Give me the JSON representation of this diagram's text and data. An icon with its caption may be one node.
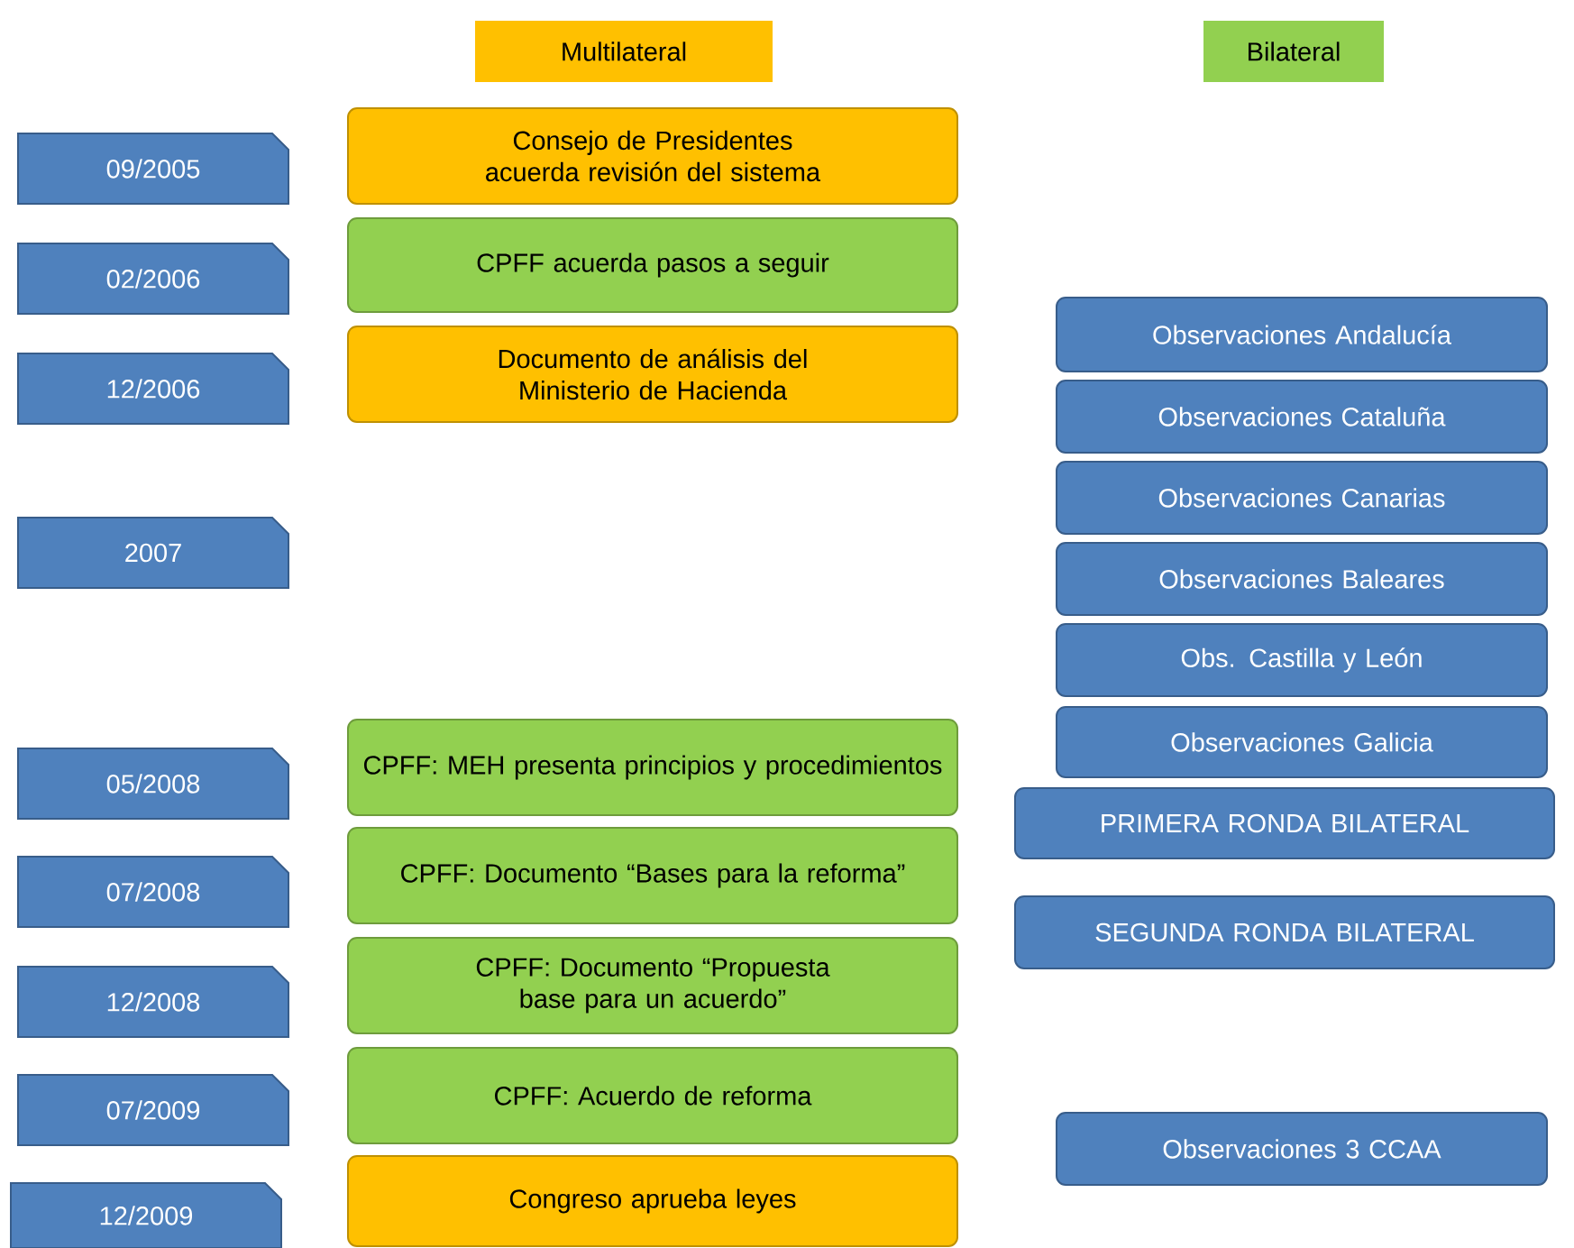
{
  "diagram": {
    "nodes": [
      {
        "text": [
          "Multilateral"
        ]
      },
      {
        "text": [
          "Bilateral"
        ]
      },
      {
        "text": [
          "09/2005"
        ]
      },
      {
        "text": [
          "Consejo de Presidentes acuerda revisión del sistema"
        ]
      },
      {
        "text": [
          "02/2006"
        ]
      },
      {
        "text": [
          "CPFF acuerda pasos a seguir"
        ]
      },
      {
        "text": [
          "Observaciones Andalucía"
        ]
      },
      {
        "text": [
          "12/2006"
        ]
      },
      {
        "text": [
          "Documento de análisis del Ministerio de Hacienda"
        ]
      },
      {
        "text": [
          "Observaciones Cataluña"
        ]
      },
      {
        "text": [
          "Observaciones Canarias"
        ]
      },
      {
        "text": [
          "2007"
        ]
      },
      {
        "text": [
          "Observaciones Baleares"
        ]
      },
      {
        "text": [
          "Obs. Castilla y León"
        ]
      },
      {
        "text": [
          "Observaciones Galicia"
        ]
      },
      {
        "text": [
          "05/2008"
        ]
      },
      {
        "text": [
          "CPFF: MEH presenta principios y procedimientos"
        ]
      },
      {
        "text": [
          "PRIMERA RONDA BILATERAL"
        ]
      },
      {
        "text": [
          "07/2008"
        ]
      },
      {
        "text": [
          "CPFF: Documento “Bases para la reforma”"
        ]
      },
      {
        "text": [
          "SEGUNDA RONDA BILATERAL"
        ]
      },
      {
        "text": [
          "12/2008"
        ]
      },
      {
        "text": [
          "CPFF: Documento “Propuesta base para un acuerdo”"
        ]
      },
      {
        "text": [
          "07/2009"
        ]
      },
      {
        "text": [
          "CPFF: Acuerdo de reforma"
        ]
      },
      {
        "text": [
          "Observaciones 3 CCAA"
        ]
      },
      {
        "text": [
          "12/2009"
        ]
      },
      {
        "text": [
          "Congreso aprueba leyes"
        ]
      }
    ]
  }
}
